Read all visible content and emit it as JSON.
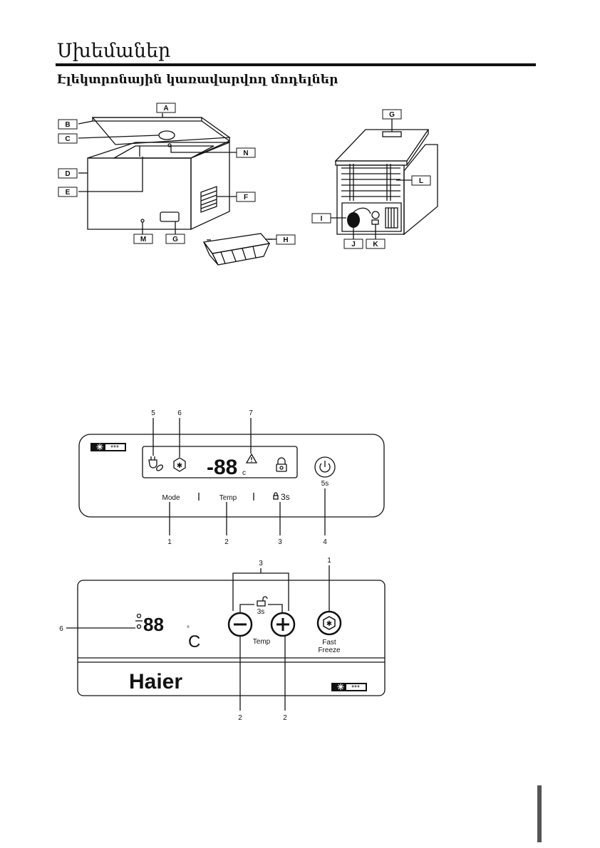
{
  "page": {
    "title": "Սխեմաներ",
    "subtitle": "Էլեկտրոնային կառավարվող մոդելներ"
  },
  "diagram_labels": {
    "a": "A",
    "b": "B",
    "c": "C",
    "d": "D",
    "e": "E",
    "f": "F",
    "g": "G",
    "h": "H",
    "i": "I",
    "j": "J",
    "k": "K",
    "l": "L",
    "m": "M",
    "n": "N"
  },
  "panel1": {
    "rating": "***",
    "display": "-88",
    "unit": "c",
    "mode_label": "Mode",
    "temp_label": "Temp",
    "lock_label": "3s",
    "power_hold": "5s",
    "callouts": {
      "top_5": "5",
      "top_6": "6",
      "top_7": "7",
      "b1": "1",
      "b2": "2",
      "b3": "3",
      "b4": "4"
    }
  },
  "panel2": {
    "display": "88",
    "degree": "°",
    "unit": "C",
    "hold": "3s",
    "temp_label": "Temp",
    "fast_line1": "Fast",
    "fast_line2": "Freeze",
    "brand": "Haier",
    "rating": "***",
    "callouts": {
      "c3": "3",
      "c1": "1",
      "c6": "6",
      "c2a": "2",
      "c2b": "2"
    }
  }
}
